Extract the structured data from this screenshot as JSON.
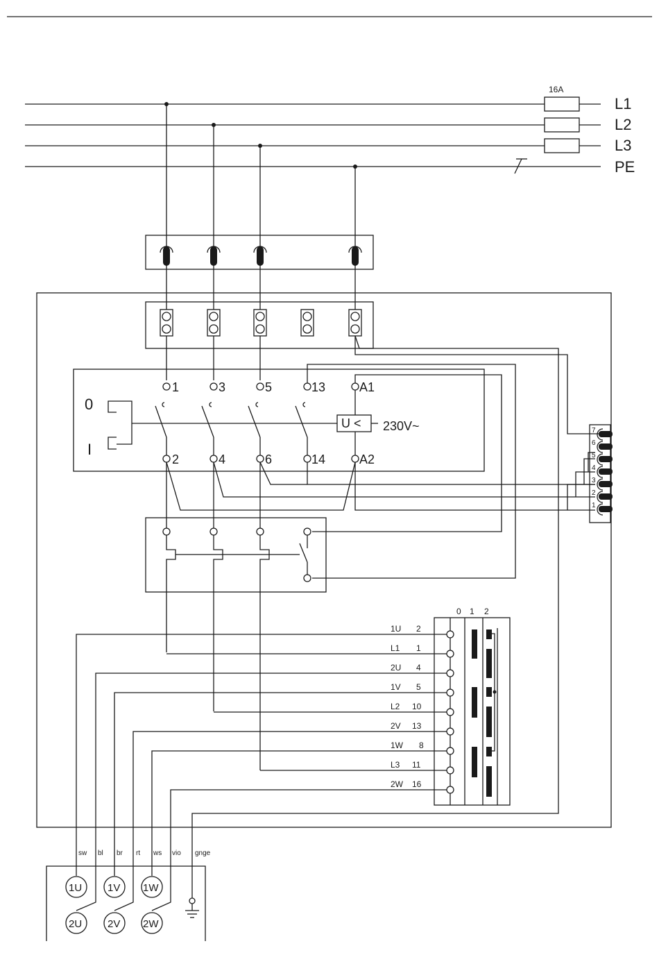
{
  "supply": {
    "fuse_rating": "16A",
    "phases": [
      "L1",
      "L2",
      "L3",
      "PE"
    ]
  },
  "switch": {
    "pos_off": "0",
    "pos_on": "I",
    "top_terminals": [
      "1",
      "3",
      "5",
      "13",
      "A1"
    ],
    "bottom_terminals": [
      "2",
      "4",
      "6",
      "14",
      "A2"
    ],
    "undervoltage_label": "U <",
    "voltage": "230V~"
  },
  "connector": {
    "pins": [
      "7",
      "6",
      "5",
      "4",
      "3",
      "2",
      "1"
    ]
  },
  "selector": {
    "positions": [
      "0",
      "1",
      "2"
    ],
    "rows": [
      {
        "wire": "1U",
        "num": "2"
      },
      {
        "wire": "L1",
        "num": "1"
      },
      {
        "wire": "2U",
        "num": "4"
      },
      {
        "wire": "1V",
        "num": "5"
      },
      {
        "wire": "L2",
        "num": "10"
      },
      {
        "wire": "2V",
        "num": "13"
      },
      {
        "wire": "1W",
        "num": "8"
      },
      {
        "wire": "L3",
        "num": "11"
      },
      {
        "wire": "2W",
        "num": "16"
      }
    ]
  },
  "motor": {
    "wire_colors": [
      "sw",
      "bl",
      "br",
      "rt",
      "ws",
      "vio",
      "gnge"
    ],
    "terminals_top": [
      "1U",
      "1V",
      "1W"
    ],
    "terminals_bottom": [
      "2U",
      "2V",
      "2W"
    ]
  }
}
